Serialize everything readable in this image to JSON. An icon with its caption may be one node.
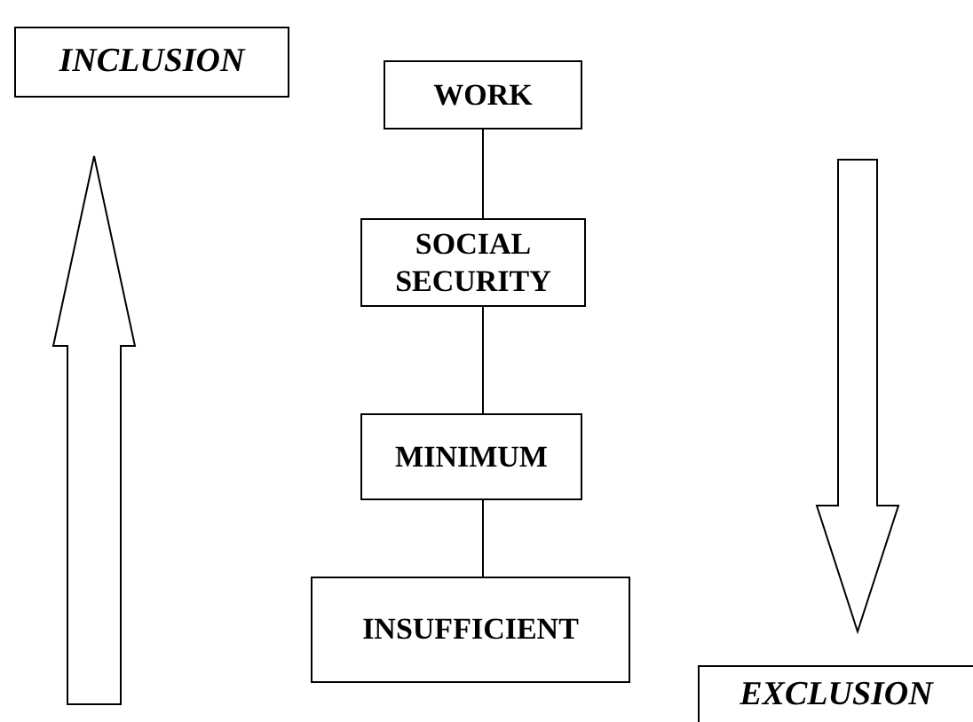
{
  "diagram": {
    "nodes": [
      {
        "text": [
          "INCLUSION"
        ]
      },
      {
        "text": [
          "WORK"
        ]
      },
      {
        "text": [
          "SOCIAL SECURITY"
        ]
      },
      {
        "text": [
          "MINIMUM"
        ]
      },
      {
        "text": [
          "INSUFFICIENT"
        ]
      },
      {
        "text": [
          "EXCLUSION"
        ]
      }
    ],
    "edges": [
      {
        "from": 1,
        "to": 2,
        "arrow": "none"
      },
      {
        "from": 2,
        "to": 3,
        "arrow": "none"
      },
      {
        "from": 3,
        "to": 4,
        "arrow": "none"
      }
    ]
  }
}
